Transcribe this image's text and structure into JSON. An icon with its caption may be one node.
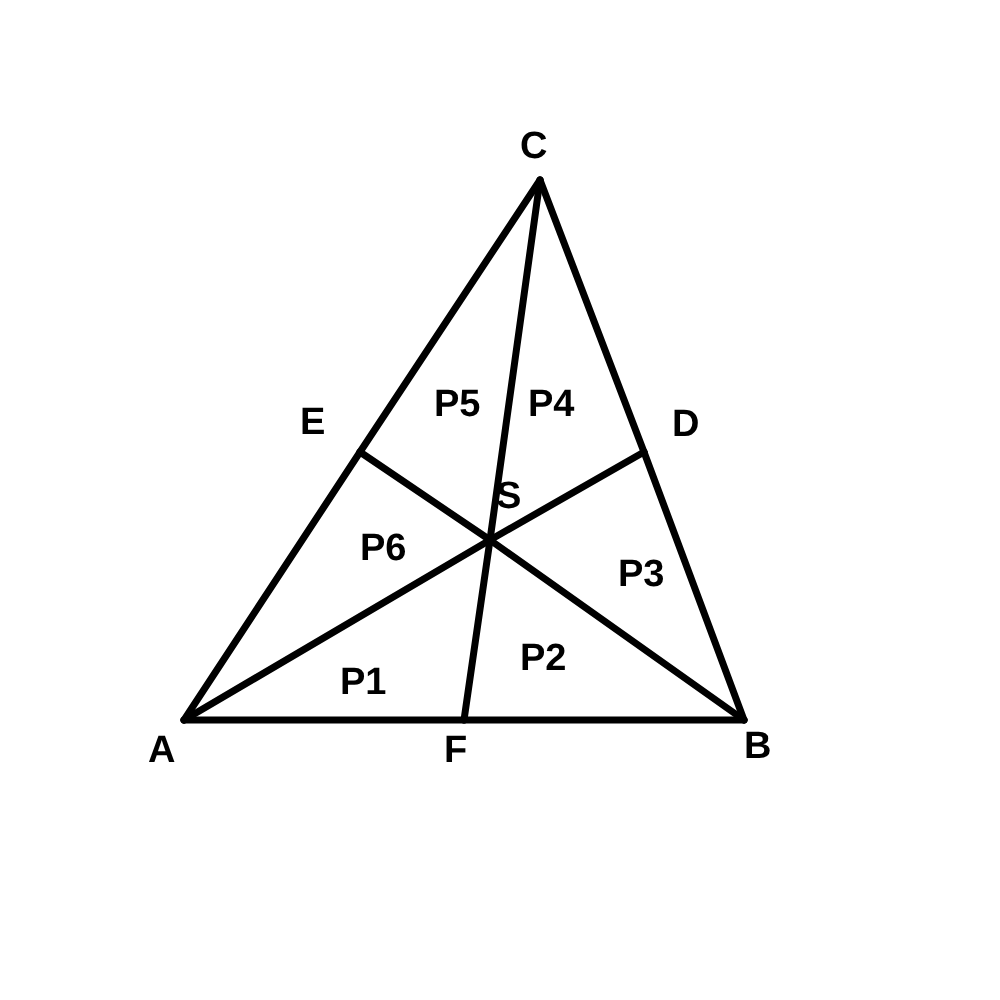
{
  "diagram": {
    "nodes": [
      {
        "text": [
          "A"
        ]
      },
      {
        "text": [
          "F"
        ]
      },
      {
        "text": [
          "B"
        ]
      },
      {
        "text": [
          "D"
        ]
      },
      {
        "text": [
          "C"
        ]
      },
      {
        "text": [
          "E"
        ]
      },
      {
        "text": [
          "S"
        ]
      }
    ],
    "edges": [
      {
        "from": 0,
        "to": 1,
        "arrow": "none"
      },
      {
        "from": 1,
        "to": 2,
        "arrow": "none"
      },
      {
        "from": 2,
        "to": 3,
        "arrow": "none"
      },
      {
        "from": 3,
        "to": 4,
        "arrow": "none"
      },
      {
        "from": 4,
        "to": 5,
        "arrow": "none"
      },
      {
        "from": 5,
        "to": 0,
        "arrow": "none"
      },
      {
        "from": 0,
        "to": 6,
        "arrow": "none"
      },
      {
        "from": 6,
        "to": 3,
        "arrow": "none"
      },
      {
        "from": 2,
        "to": 6,
        "arrow": "none"
      },
      {
        "from": 6,
        "to": 5,
        "arrow": "none"
      },
      {
        "from": 4,
        "to": 6,
        "arrow": "none"
      },
      {
        "from": 6,
        "to": 1,
        "arrow": "none"
      }
    ],
    "labels": [
      "P5",
      "P4",
      "P6",
      "P3",
      "P2",
      "P1"
    ]
  }
}
